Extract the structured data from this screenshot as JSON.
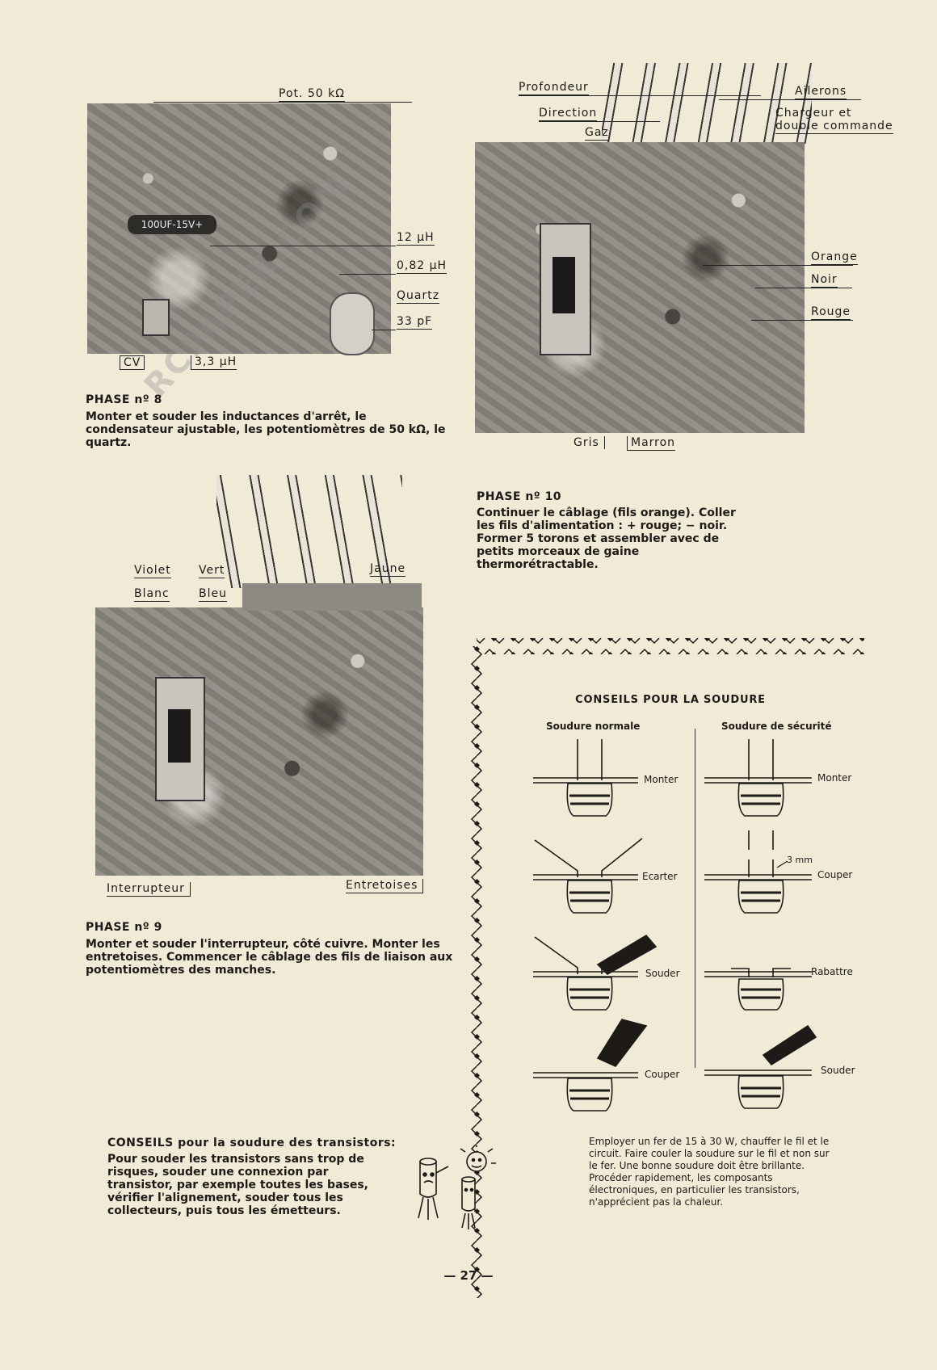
{
  "phase8": {
    "labels": {
      "pot": "Pot. 50 kΩ",
      "l12": "12 μH",
      "l082": "0,82 μH",
      "quartz": "Quartz",
      "c33": "33 pF",
      "cv": "CV",
      "l33": "3,3 μH",
      "cap_marking": "100UF-15V+"
    },
    "title": "PHASE nº 8",
    "text": "Monter et souder les inductances d'arrêt, le condensateur ajustable, les potentiomètres de 50 kΩ, le quartz."
  },
  "phase10": {
    "labels": {
      "profondeur": "Profondeur",
      "direction": "Direction",
      "gaz": "Gaz",
      "ailerons": "Ailerons",
      "chargeur1": "Chargeur et",
      "chargeur2": "double commande",
      "orange": "Orange",
      "noir": "Noir",
      "rouge": "Rouge",
      "gris": "Gris",
      "marron": "Marron"
    },
    "title": "PHASE nº 10",
    "text": "Continuer le câblage (fils orange). Coller les fils d'alimentation : + rouge; − noir. Former 5 torons et assembler avec de petits morceaux de gaine thermorétractable."
  },
  "phase9": {
    "labels": {
      "violet": "Violet",
      "vert": "Vert",
      "jaune": "Jaune",
      "blanc": "Blanc",
      "bleu": "Bleu",
      "interrupteur": "Interrupteur",
      "entretoises": "Entretoises"
    },
    "title": "PHASE nº 9",
    "text": "Monter et souder l'interrupteur, côté cuivre. Monter les entretoises. Commencer le câblage des fils de liaison aux potentiomètres des manches."
  },
  "conseils": {
    "title": "CONSEILS POUR LA SOUDURE",
    "col_normale": "Soudure normale",
    "col_securite": "Soudure de sécurité",
    "steps_normale": [
      "Monter",
      "Ecarter",
      "Souder",
      "Couper"
    ],
    "steps_securite": [
      "Monter",
      "Couper",
      "Rabattre",
      "Souder"
    ],
    "dimension": "3 mm",
    "note": "Employer un fer de 15 à 30 W, chauffer le fil et le circuit. Faire couler la soudure sur le fil et non sur le fer. Une bonne soudure doit être brillante. Procéder rapidement, les composants électroniques, en particulier les transistors, n'apprécient pas la chaleur."
  },
  "transistors": {
    "title": "CONSEILS pour la soudure des transistors:",
    "text": "Pour souder les transistors sans trop de risques, souder une connexion par transistor, par exemple toutes les bases, vérifier l'alignement, souder tous les collecteurs, puis tous les émetteurs."
  },
  "watermark": "RCPAPER.COM",
  "page_number": "— 27 —"
}
